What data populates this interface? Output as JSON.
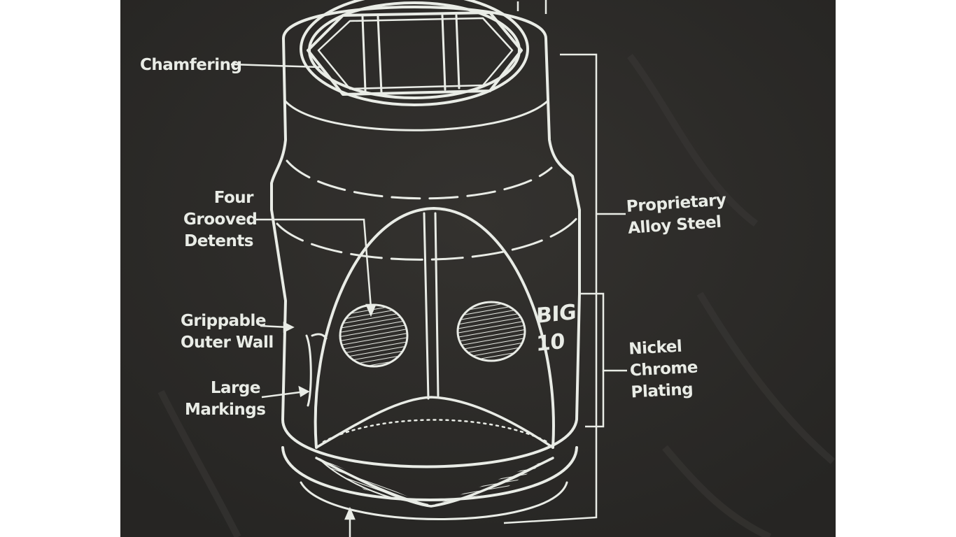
{
  "callouts": {
    "chamfering": "Chamfering",
    "four_grooved_detents": "Four\nGrooved\nDetents",
    "grippable_outer_wall": "Grippable\nOuter Wall",
    "large_markings": "Large\nMarkings",
    "proprietary_alloy_steel": "Proprietary\nAlloy Steel",
    "nickel_chrome_plating": "Nickel\nChrome\nPlating"
  },
  "socket_markings": "BIG\n10",
  "colors": {
    "shirt": "#2e2c2a",
    "ink": "#e9ece6",
    "border": "#ffffff"
  }
}
